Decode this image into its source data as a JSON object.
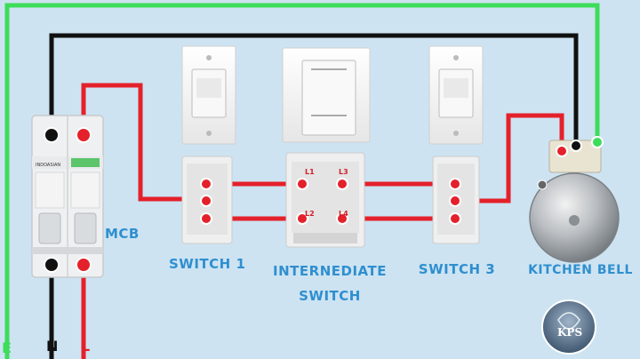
{
  "labels": {
    "mcb": "MCB",
    "switch1": "SWITCH 1",
    "intermediate_line1": "INTERNEDIATE",
    "intermediate_line2": "SWITCH",
    "switch3": "SWITCH 3",
    "kitchen_bell": "KITCHEN BELL"
  },
  "terminals": {
    "earth": "E",
    "neutral": "N",
    "live": "L"
  },
  "intermediate_terminals": {
    "l1_top": "L1",
    "l3_top": "L3",
    "l2_bottom": "L2",
    "l4_bottom": "L4"
  },
  "mcb_brand": "INDOASIAN",
  "logo": "KPS",
  "colors": {
    "earth_wire": "#3ddc5a",
    "neutral_wire": "#111111",
    "live_wire": "#e4212b",
    "label_text": "#2f8fcf",
    "background": "#cde3f2"
  }
}
